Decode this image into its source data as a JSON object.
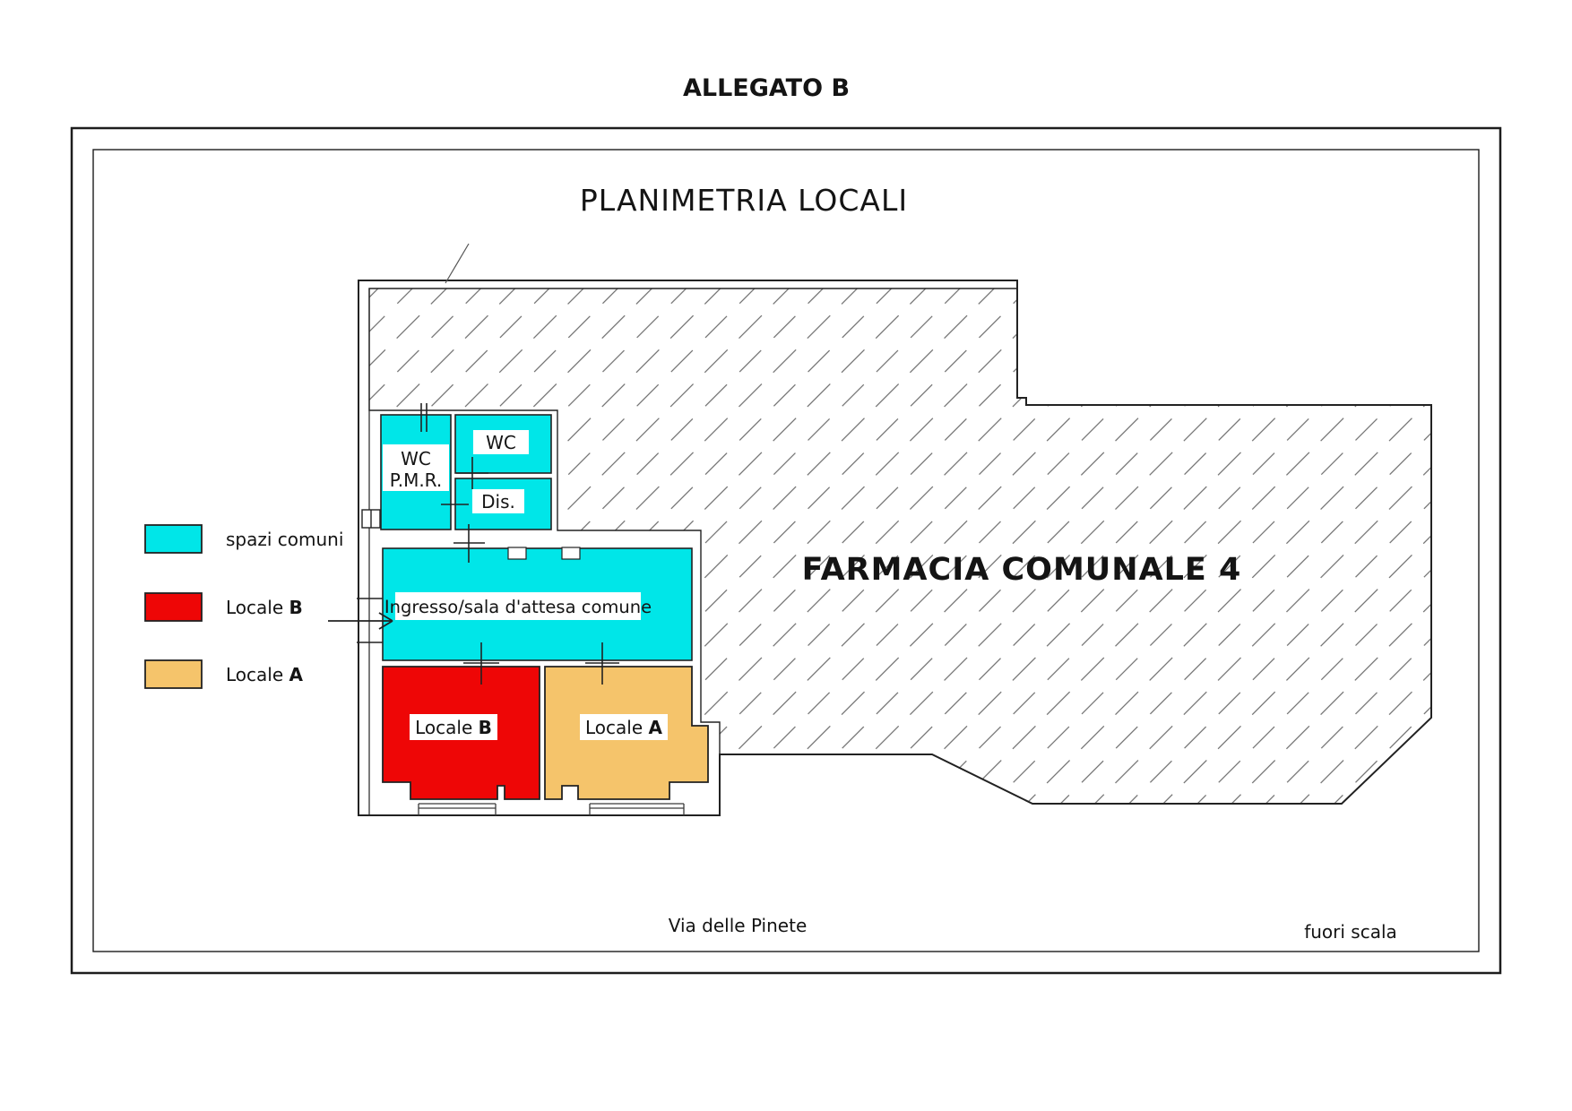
{
  "document": {
    "annex_title": "ALLEGATO B",
    "plan_title": "PLANIMETRIA LOCALI",
    "street_label": "Via delle Pinete",
    "scale_note": "fuori scala"
  },
  "farmacia": {
    "label": "FARMACIA COMUNALE 4"
  },
  "legend": {
    "items": [
      {
        "name": "spazi-comuni",
        "label": "spazi comuni",
        "label_bold": "",
        "color": "#00e6e8"
      },
      {
        "name": "locale-b",
        "label": "Locale ",
        "label_bold": "B",
        "color": "#ee0606"
      },
      {
        "name": "locale-a",
        "label": "Locale ",
        "label_bold": "A",
        "color": "#f5c46b"
      }
    ]
  },
  "rooms": {
    "wc_pmr": {
      "line1": "WC",
      "line2": "P.M.R.",
      "color": "#00e6e8"
    },
    "wc": {
      "label": "WC",
      "color": "#00e6e8"
    },
    "dis": {
      "label": "Dis.",
      "color": "#00e6e8"
    },
    "ingresso": {
      "label": "Ingresso/sala d'attesa comune",
      "color": "#00e6e8"
    },
    "locale_b": {
      "label": "Locale ",
      "label_bold": "B",
      "color": "#ee0606"
    },
    "locale_a": {
      "label": "Locale ",
      "label_bold": "A",
      "color": "#f5c46b"
    }
  },
  "colors": {
    "line": "#1d1d1d",
    "hatch": "#6b6b6b",
    "text": "#111111"
  }
}
